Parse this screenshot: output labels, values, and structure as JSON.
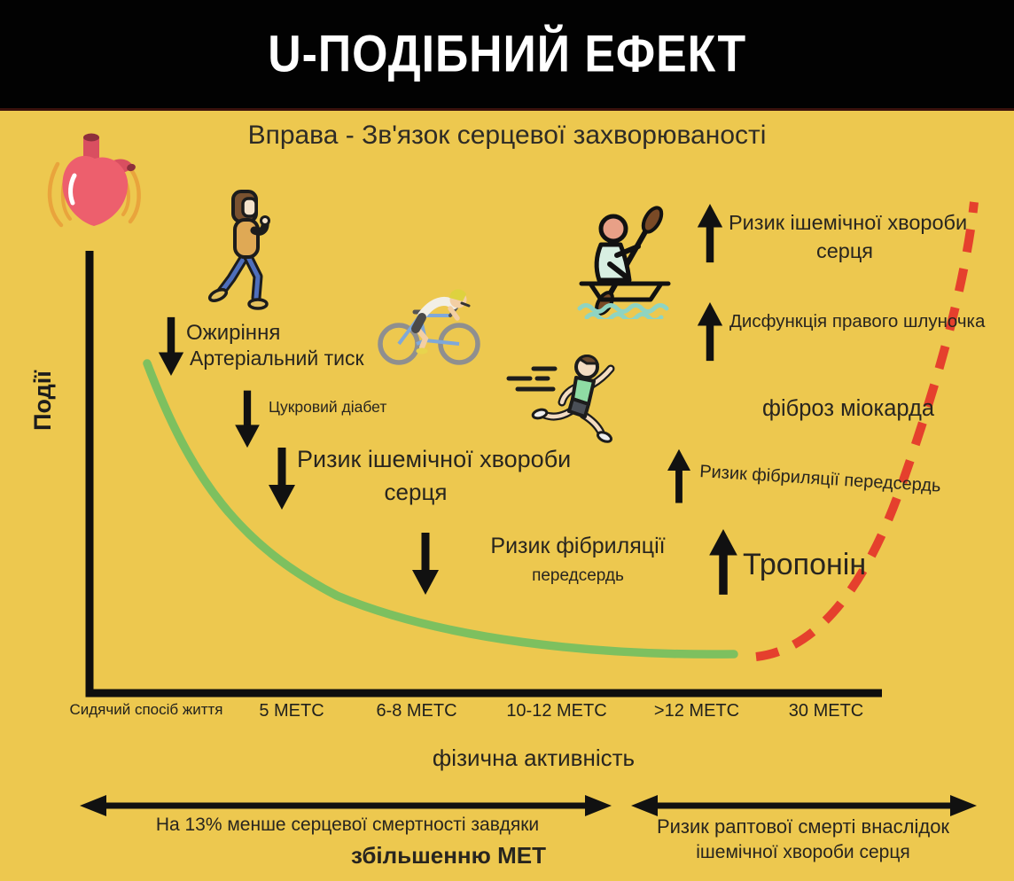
{
  "header": {
    "title": "U-ПОДІБНИЙ ЕФЕКТ"
  },
  "colors": {
    "background": "#edc84f",
    "header_bg": "#020202",
    "header_text": "#ffffff",
    "curve_green": "#7dc05f",
    "curve_red_dashed": "#e5402d",
    "axis_and_arrows": "#111111",
    "text": "#28251f",
    "heart_pink": "#ed5f6d",
    "motion_arc_orange": "#e9a43c"
  },
  "chart": {
    "title": "Вправа - Зв'язок серцевої захворюваності",
    "y_axis_label": "Події",
    "x_axis_label": "фізична активність",
    "x_ticks": [
      "Сидячий спосіб життя",
      "5 МЕТС",
      "6-8 МЕТС",
      "10-12 МЕТС",
      ">12 МЕТС",
      "30 МЕТС"
    ]
  },
  "chart_data": {
    "type": "line",
    "title": "Вправа - Зв'язок серцевої захворюваності",
    "xlabel": "фізична активність",
    "ylabel": "Події",
    "x_categories": [
      "Сидячий спосіб життя",
      "5 МЕТС",
      "6-8 МЕТС",
      "10-12 МЕТС",
      ">12 МЕТС",
      "30 МЕТС"
    ],
    "series": [
      {
        "name": "зниження подій (зелена суцільна крива)",
        "color": "#7dc05f",
        "style": "solid",
        "values_at_categories": [
          0.75,
          0.34,
          0.22,
          0.14,
          0.1,
          null
        ]
      },
      {
        "name": "зростання ризику (червона пунктирна крива)",
        "color": "#e5402d",
        "style": "dashed",
        "values_at_categories": [
          null,
          null,
          null,
          null,
          0.08,
          0.24
        ],
        "end_value": 1.1
      }
    ],
    "ylim": [
      0,
      1
    ],
    "grid": false,
    "legend": false,
    "values_estimated": true,
    "shape": "U-подібна крива"
  },
  "annotations": {
    "decreases": [
      {
        "line1": "Ожиріння",
        "line2": "Артеріальний тиск"
      },
      {
        "line1": "Цукровий діабет"
      },
      {
        "line1": "Ризик ішемічної хвороби",
        "line2": "серця"
      },
      {
        "line1": "Ризик фібриляції",
        "line2": "передсердь"
      }
    ],
    "increases": [
      {
        "line1": "Ризик ішемічної хвороби",
        "line2": "серця"
      },
      {
        "line1": "Дисфункція правого шлуночка"
      },
      {
        "line1": "фіброз міокарда"
      },
      {
        "line1": "Ризик фібриляції передсердь"
      },
      {
        "line1": "Тропонін"
      }
    ]
  },
  "footer": {
    "left_arrow_line1": "На 13% менше серцевої смертності завдяки",
    "left_arrow_line2": "збільшенню МЕТ",
    "right_arrow_line1": "Ризик раптової смерті внаслідок",
    "right_arrow_line2": "ішемічної хвороби серця"
  },
  "icons": {
    "heart": "anatomical-heart-icon",
    "walker": "walking-person-icon",
    "cyclist": "cyclist-icon",
    "runner": "runner-icon",
    "kayaker": "kayaker-icon"
  }
}
